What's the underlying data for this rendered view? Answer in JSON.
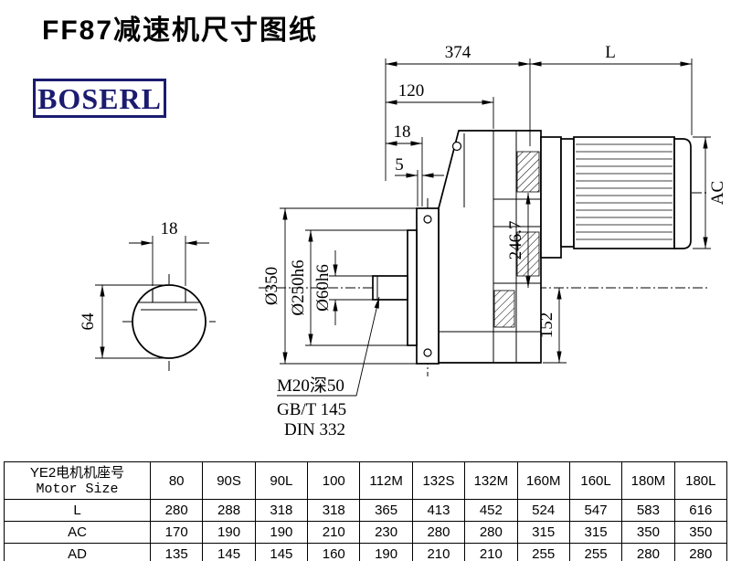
{
  "page": {
    "title": "FF87减速机尺寸图纸",
    "logo": "BOSERL"
  },
  "drawing": {
    "dims": {
      "w374": "374",
      "L": "L",
      "d120": "120",
      "d18": "18",
      "d5": "5",
      "AC": "AC",
      "a2467": "246.7",
      "d152": "152",
      "dia350": "Ø350",
      "dia250": "Ø250h6",
      "dia60": "Ø60h6",
      "key18": "18",
      "h64": "64"
    },
    "notes": {
      "thread": "M20深50",
      "gb": "GB/T 145",
      "din": "DIN 332"
    }
  },
  "table": {
    "header": {
      "line1": "YE2电机机座号",
      "line2": "Motor Size"
    },
    "columns": [
      "80",
      "90S",
      "90L",
      "100",
      "112M",
      "132S",
      "132M",
      "160M",
      "160L",
      "180M",
      "180L"
    ],
    "rows": [
      {
        "label": "L",
        "values": [
          "280",
          "288",
          "318",
          "318",
          "365",
          "413",
          "452",
          "524",
          "547",
          "583",
          "616"
        ]
      },
      {
        "label": "AC",
        "values": [
          "170",
          "190",
          "190",
          "210",
          "230",
          "280",
          "280",
          "315",
          "315",
          "350",
          "350"
        ]
      },
      {
        "label": "AD",
        "values": [
          "135",
          "145",
          "145",
          "160",
          "190",
          "210",
          "210",
          "255",
          "255",
          "280",
          "280"
        ]
      }
    ]
  }
}
